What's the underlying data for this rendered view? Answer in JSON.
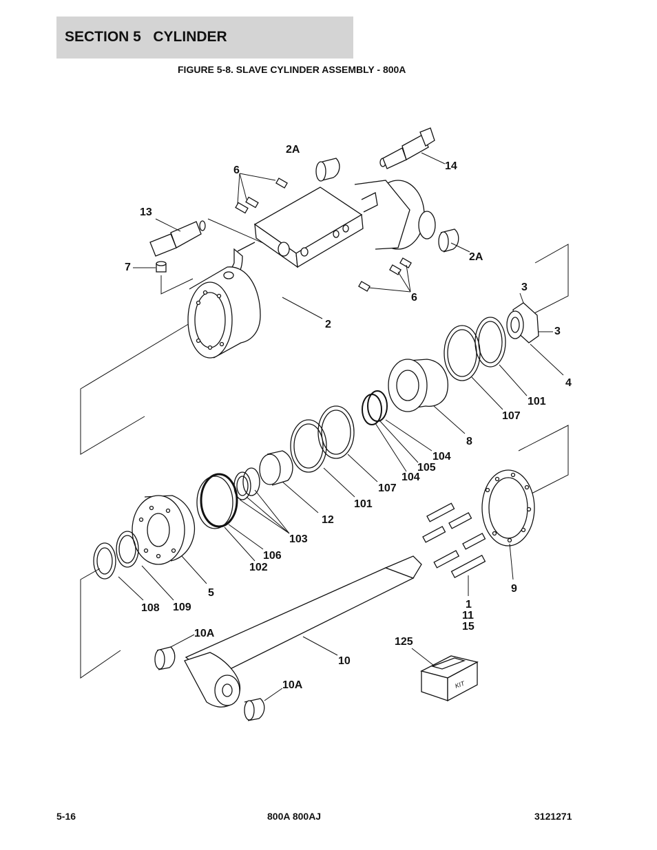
{
  "header": {
    "section_title": "SECTION 5   CYLINDER"
  },
  "figure": {
    "title": "FIGURE 5-8. SLAVE CYLINDER ASSEMBLY - 800A",
    "kit_label": "KIT",
    "callouts": [
      {
        "id": "c-2a-top",
        "text": "2A"
      },
      {
        "id": "c-14",
        "text": "14"
      },
      {
        "id": "c-6-top",
        "text": "6"
      },
      {
        "id": "c-13",
        "text": "13"
      },
      {
        "id": "c-7",
        "text": "7"
      },
      {
        "id": "c-2a-right",
        "text": "2A"
      },
      {
        "id": "c-3-top",
        "text": "3"
      },
      {
        "id": "c-6-bottom",
        "text": "6"
      },
      {
        "id": "c-2",
        "text": "2"
      },
      {
        "id": "c-3-right",
        "text": "3"
      },
      {
        "id": "c-4",
        "text": "4"
      },
      {
        "id": "c-101-right",
        "text": "101"
      },
      {
        "id": "c-107-right",
        "text": "107"
      },
      {
        "id": "c-8",
        "text": "8"
      },
      {
        "id": "c-104-a",
        "text": "104"
      },
      {
        "id": "c-105",
        "text": "105"
      },
      {
        "id": "c-104-b",
        "text": "104"
      },
      {
        "id": "c-107-mid",
        "text": "107"
      },
      {
        "id": "c-101-mid",
        "text": "101"
      },
      {
        "id": "c-12",
        "text": "12"
      },
      {
        "id": "c-103",
        "text": "103"
      },
      {
        "id": "c-106",
        "text": "106"
      },
      {
        "id": "c-102",
        "text": "102"
      },
      {
        "id": "c-5",
        "text": "5"
      },
      {
        "id": "c-9",
        "text": "9"
      },
      {
        "id": "c-108",
        "text": "108"
      },
      {
        "id": "c-109",
        "text": "109"
      },
      {
        "id": "c-1",
        "text": "1"
      },
      {
        "id": "c-11",
        "text": "11"
      },
      {
        "id": "c-15",
        "text": "15"
      },
      {
        "id": "c-10a-top",
        "text": "10A"
      },
      {
        "id": "c-125",
        "text": "125"
      },
      {
        "id": "c-10",
        "text": "10"
      },
      {
        "id": "c-10a-bottom",
        "text": "10A"
      }
    ]
  },
  "footer": {
    "page_number": "5-16",
    "models": "800A 800AJ",
    "doc_number": "3121271"
  }
}
